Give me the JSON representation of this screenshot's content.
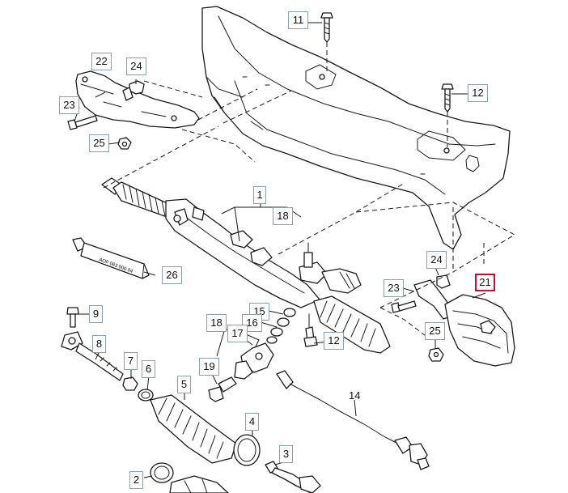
{
  "theme": {
    "callout_border": "#8aa0b2",
    "selected_border": "#c8102e",
    "line": "#1a1a1a"
  },
  "callouts": {
    "c1": "1",
    "c2": "2",
    "c3": "3",
    "c4": "4",
    "c5": "5",
    "c6": "6",
    "c7": "7",
    "c8": "8",
    "c9": "9",
    "c11": "11",
    "c12a": "12",
    "c12b": "12",
    "c15": "15",
    "c16": "16",
    "c17": "17",
    "c18a": "18",
    "c18b": "18",
    "c19": "19",
    "c21": "21",
    "c22": "22",
    "c23a": "23",
    "c23b": "23",
    "c24a": "24",
    "c24b": "24",
    "c25a": "25",
    "c25b": "25",
    "c26": "26"
  },
  "plain_labels": {
    "p14": "14"
  },
  "tube_text": "AOF 063 000 04",
  "selected_part": "21"
}
